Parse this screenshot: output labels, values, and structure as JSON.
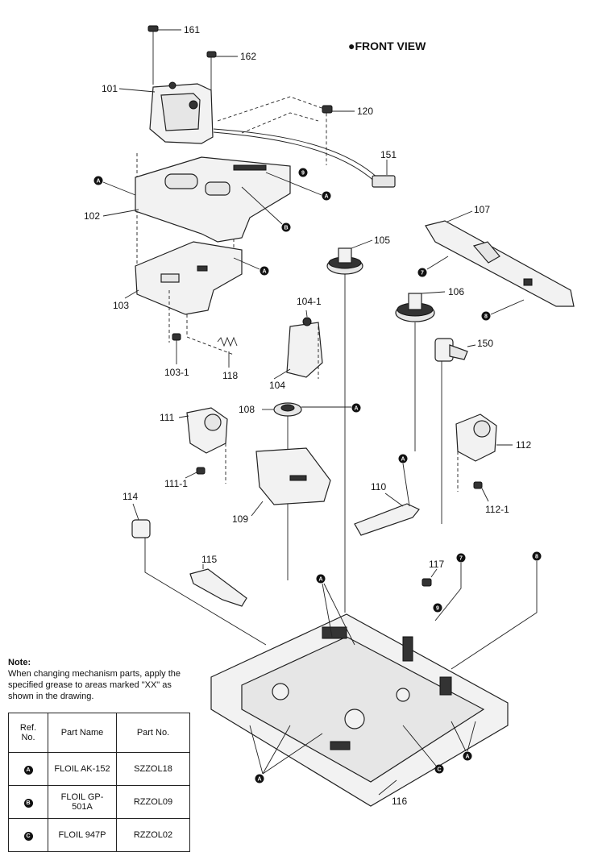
{
  "title": "●FRONT VIEW",
  "labels": {
    "p161": "161",
    "p162": "162",
    "p101": "101",
    "p120": "120",
    "p151": "151",
    "p102": "102",
    "p107": "107",
    "p105": "105",
    "p103": "103",
    "p106": "106",
    "p104_1": "104-1",
    "p150": "150",
    "p103_1": "103-1",
    "p118": "118",
    "p104": "104",
    "p108": "108",
    "p111": "111",
    "p112": "112",
    "p111_1": "111-1",
    "p110": "110",
    "p112_1": "112-1",
    "p114": "114",
    "p109": "109",
    "p115": "115",
    "p117": "117",
    "p116": "116"
  },
  "markers": {
    "a": "A",
    "b": "B",
    "c": "C",
    "n7": "7",
    "n8": "8",
    "n9": "9"
  },
  "note": {
    "title": "Note:",
    "text": "When changing mechanism parts, apply the specified grease to areas marked \"XX\" as shown in the drawing."
  },
  "table": {
    "headers": {
      "ref": "Ref. No.",
      "name": "Part Name",
      "partno": "Part No."
    },
    "rows": [
      {
        "marker": "A",
        "name": "FLOIL AK-152",
        "partno": "SZZOL18"
      },
      {
        "marker": "B",
        "name": "FLOIL GP-501A",
        "partno": "RZZOL09"
      },
      {
        "marker": "C",
        "name": "FLOIL 947P",
        "partno": "RZZOL02"
      }
    ]
  }
}
